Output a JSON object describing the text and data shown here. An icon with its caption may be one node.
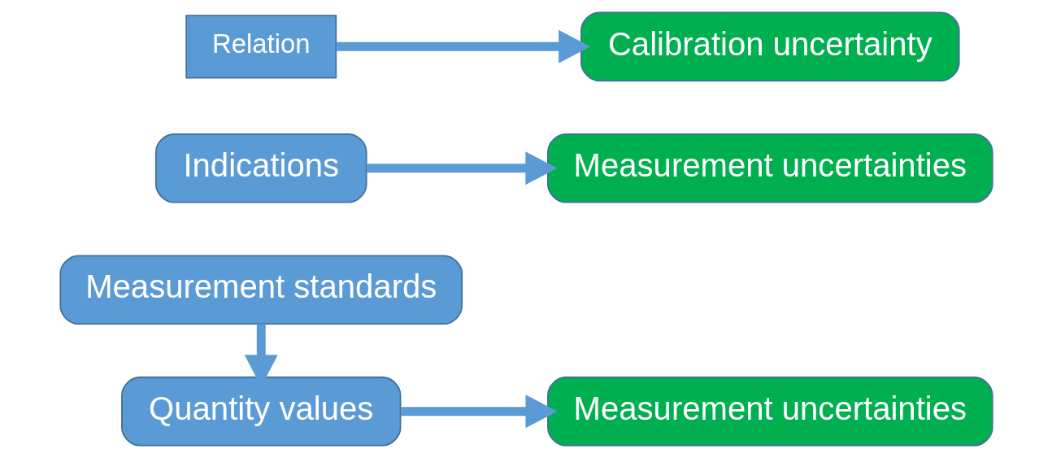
{
  "diagram": {
    "nodes": [
      {
        "text": [
          "Measurement standards"
        ]
      },
      {
        "text": [
          "Quantity values"
        ]
      },
      {
        "text": [
          "Indications"
        ]
      },
      {
        "text": [
          "Measurement uncertainties"
        ]
      },
      {
        "text": [
          "Measurement uncertainties"
        ]
      },
      {
        "text": [
          "Relation"
        ]
      },
      {
        "text": [
          "Calibration uncertainty"
        ]
      }
    ],
    "edges": [
      {
        "from": 0,
        "to": 1,
        "arrow": "to"
      },
      {
        "from": 1,
        "to": 3,
        "arrow": "to"
      },
      {
        "from": 2,
        "to": 4,
        "arrow": "to"
      },
      {
        "from": 5,
        "to": 6,
        "arrow": "to"
      }
    ]
  }
}
